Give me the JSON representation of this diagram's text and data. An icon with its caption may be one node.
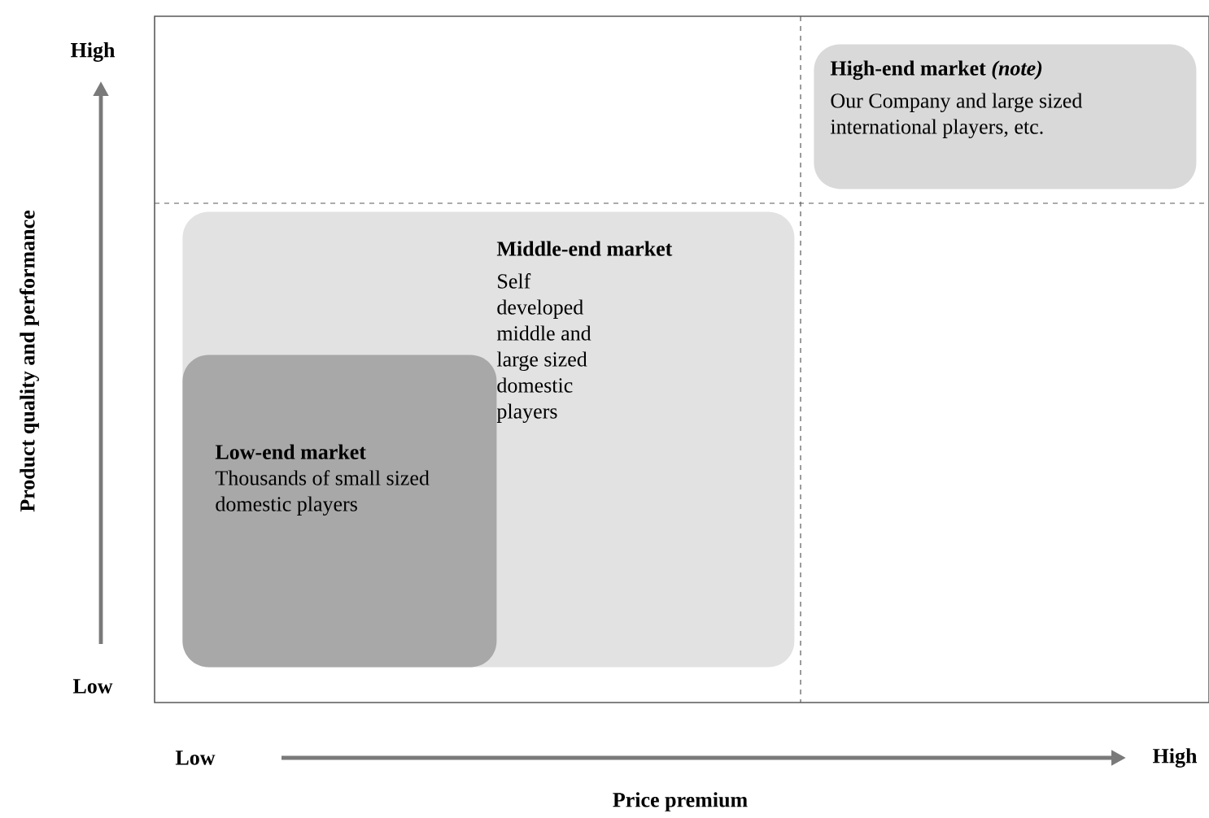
{
  "diagram": {
    "nodes": [
      {
        "text": [
          "High-end market *(note)*",
          "Our Company and large sized international players, etc."
        ]
      },
      {
        "text": [
          "Middle-end market",
          "Self developed middle and large sized domestic players"
        ]
      },
      {
        "text": [
          "Low-end market",
          "Thousands of small sized domestic players"
        ],
        "in": 1
      }
    ],
    "labels": [
      "High",
      "Low",
      "Product quality and performance",
      "Low",
      "High",
      "Price premium"
    ]
  }
}
